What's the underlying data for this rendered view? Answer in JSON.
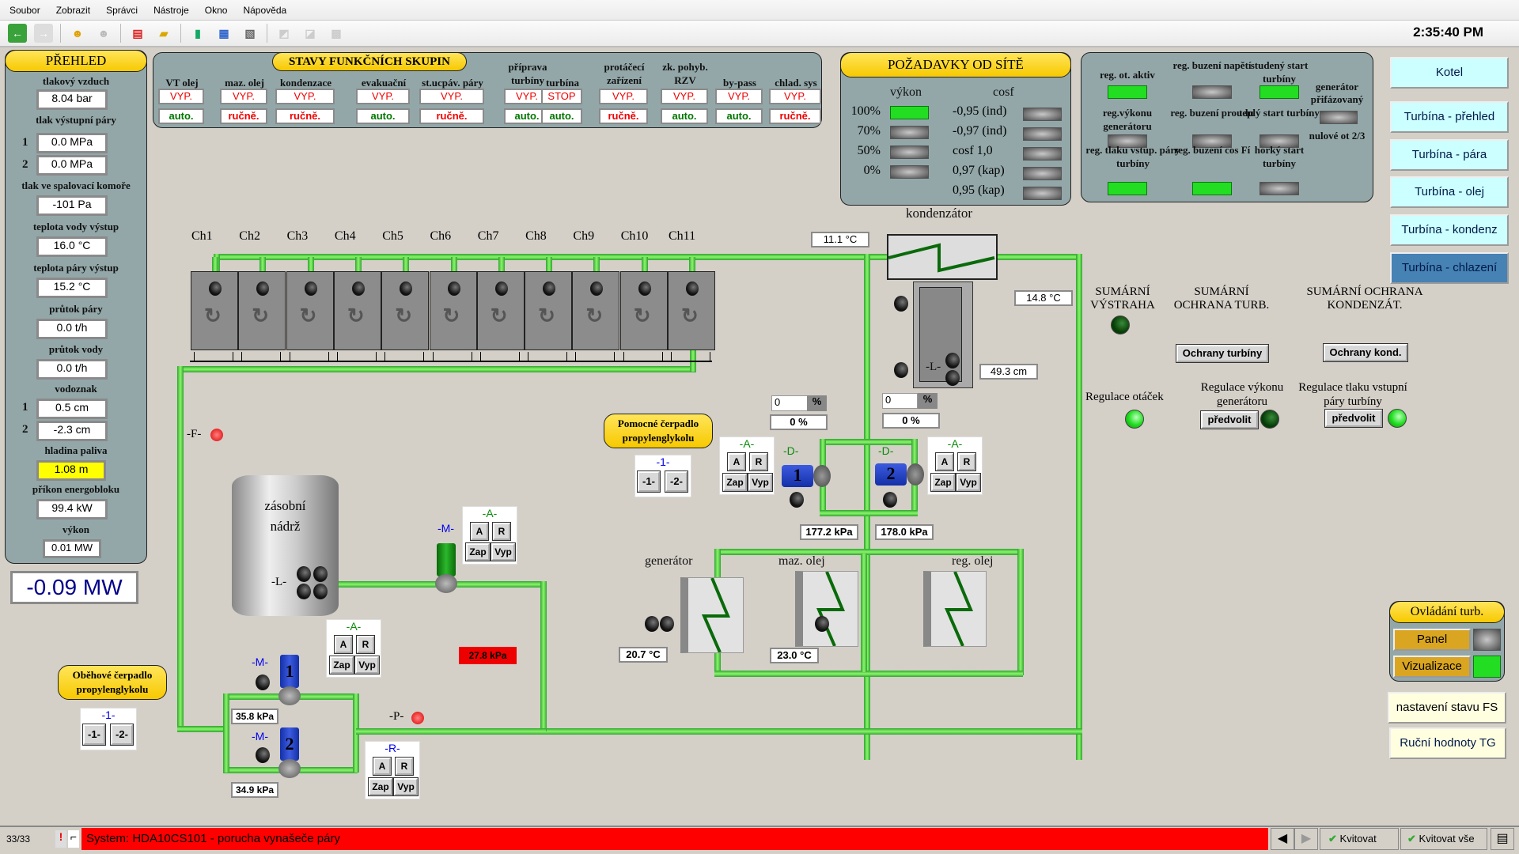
{
  "menu": [
    "Soubor",
    "Zobrazit",
    "Správci",
    "Nástroje",
    "Okno",
    "Nápověda"
  ],
  "toolbar": {
    "icons": [
      "back-arrow",
      "forward-arrow",
      "add-user",
      "remove-user",
      "alarm-document",
      "alarm-folder",
      "bar-chart",
      "table-database",
      "print-preview",
      "edit-disabled",
      "window-disabled",
      "keyboard-disabled"
    ]
  },
  "clock": "2:35:40 PM",
  "overview": {
    "title": "PŘEHLED",
    "air_label": "tlakový vzduch",
    "air_value": "8.04 bar",
    "steam_pressure_label": "tlak výstupní páry",
    "steam_pressure": [
      {
        "idx": "1",
        "value": "0.0 MPa"
      },
      {
        "idx": "2",
        "value": "0.0 MPa"
      }
    ],
    "chamber_label": "tlak ve spalovací komoře",
    "chamber_value": "-101 Pa",
    "water_temp_label": "teplota vody výstup",
    "water_temp_value": "16.0 °C",
    "steam_temp_label": "teplota páry výstup",
    "steam_temp_value": "15.2 °C",
    "steam_flow_label": "průtok páry",
    "steam_flow_value": "0.0 t/h",
    "water_flow_label": "průtok vody",
    "water_flow_value": "0.0 t/h",
    "gauge_label": "vodoznak",
    "gauge": [
      {
        "idx": "1",
        "value": "0.5 cm"
      },
      {
        "idx": "2",
        "value": "-2.3 cm"
      }
    ],
    "fuel_label": "hladina paliva",
    "fuel_value": "1.08 m",
    "input_label": "příkon energobloku",
    "input_value": "99.4 kW",
    "power_label": "výkon",
    "power_value": "0.01 MW",
    "big_power": "-0.09 MW"
  },
  "func_groups": {
    "title": "STAVY FUNKČNÍCH SKUPIN",
    "groups": [
      {
        "name": "VT olej",
        "state": "VYP.",
        "mode": "auto."
      },
      {
        "name": "maz. olej",
        "state": "VYP.",
        "mode": "ručně."
      },
      {
        "name": "kondenzace",
        "state": "VYP.",
        "mode": "ručně."
      },
      {
        "name": "evakuační",
        "state": "VYP.",
        "mode": "auto."
      },
      {
        "name": "st.ucpáv. páry",
        "state": "VYP.",
        "mode": "ručně."
      },
      {
        "name": "příprava turbíny",
        "state": "VYP.",
        "mode": "auto."
      },
      {
        "name": "turbína",
        "state": "STOP",
        "mode": "auto."
      },
      {
        "name": "protáčecí zařízení",
        "state": "VYP.",
        "mode": "ručně."
      },
      {
        "name": "zk. pohyb. RZV",
        "state": "VYP.",
        "mode": "auto."
      },
      {
        "name": "by-pass",
        "state": "VYP.",
        "mode": "auto."
      },
      {
        "name": "chlad. sys",
        "state": "VYP.",
        "mode": "ručně."
      }
    ]
  },
  "grid_req": {
    "title": "POŽADAVKY OD SÍTĚ",
    "power_header": "výkon",
    "cosf_header": "cosf",
    "power": [
      {
        "label": "100%",
        "on": true
      },
      {
        "label": "70%",
        "on": false
      },
      {
        "label": "50%",
        "on": false
      },
      {
        "label": "0%",
        "on": false
      }
    ],
    "cosf": [
      {
        "label": "-0,95 (ind)",
        "on": false
      },
      {
        "label": "-0,97 (ind)",
        "on": false
      },
      {
        "label": "cosf 1,0",
        "on": false
      },
      {
        "label": "0,97 (kap)",
        "on": false
      },
      {
        "label": "0,95 (kap)",
        "on": false
      }
    ]
  },
  "regulation": {
    "items": [
      {
        "label": "reg. ot. aktiv",
        "on": true
      },
      {
        "label": "reg. buzení napětí",
        "on": false
      },
      {
        "label": "studený start turbíny",
        "on": true
      },
      {
        "label": "reg.výkonu generátoru",
        "on": false
      },
      {
        "label": "reg. buzení proudu",
        "on": false
      },
      {
        "label": "teplý start turbíny",
        "on": false
      },
      {
        "label": "reg. tlaku vstup. páry turbíny",
        "on": true
      },
      {
        "label": "reg. buzení cos Fí",
        "on": true
      },
      {
        "label": "horký start turbíny",
        "on": false
      }
    ],
    "generator_label": "generátor přifázovaný",
    "generator_on": false,
    "zero_label": "nulové ot 2/3"
  },
  "nav": [
    "Kotel",
    "Turbína - přehled",
    "Turbína - pára",
    "Turbína - olej",
    "Turbína - kondenz",
    "Turbína - chlazení"
  ],
  "nav_active": 5,
  "chillers": [
    "Ch1",
    "Ch2",
    "Ch3",
    "Ch4",
    "Ch5",
    "Ch6",
    "Ch7",
    "Ch8",
    "Ch9",
    "Ch10",
    "Ch11"
  ],
  "condenser": {
    "label": "kondenzátor",
    "inlet_temp": "11.1 °C",
    "outlet_temp": "14.8 °C",
    "level": "49.3 cm",
    "level_tag": "-L-"
  },
  "aux_pump": {
    "title": "Pomocné čerpadlo propylenglykolu",
    "selector_title": "-1-",
    "selector_btns": [
      "-1-",
      "-2-"
    ],
    "pump1": {
      "num": "1",
      "setpoint": "0",
      "unit": "%",
      "actual": "0 %",
      "pressure": "177.2 kPa",
      "tag": "-D-",
      "ctl": {
        "title": "-A-",
        "a": "A",
        "r": "R",
        "zap": "Zap",
        "vyp": "Vyp"
      }
    },
    "pump2": {
      "num": "2",
      "setpoint": "0",
      "unit": "%",
      "actual": "0 %",
      "pressure": "178.0 kPa",
      "tag": "-D-",
      "ctl": {
        "title": "-A-",
        "a": "A",
        "r": "R",
        "zap": "Zap",
        "vyp": "Vyp"
      }
    }
  },
  "coolers": [
    {
      "label": "generátor",
      "temp": "20.7 °C"
    },
    {
      "label": "maz. olej",
      "temp": "23.0 °C"
    },
    {
      "label": "reg. olej",
      "temp": ""
    }
  ],
  "tank": {
    "label": "zásobní nádrž",
    "level_tag": "-L-"
  },
  "fill_pump": {
    "tag": "-M-",
    "ctl": {
      "title": "-A-",
      "a": "A",
      "r": "R",
      "zap": "Zap",
      "vyp": "Vyp"
    }
  },
  "pressure_alarm": "27.8 kPa",
  "flow_tag": "-F-",
  "pressure_tag": "-P-",
  "circ_pump": {
    "title": "Oběhové čerpadlo propylenglykolu",
    "selector_title": "-1-",
    "selector_btns": [
      "-1-",
      "-2-"
    ],
    "pump1": {
      "num": "1",
      "tag": "-M-",
      "pressure": "35.8 kPa"
    },
    "pump2": {
      "num": "2",
      "tag": "-M-",
      "pressure": "34.9 kPa"
    },
    "ctl_a": {
      "title": "-A-",
      "a": "A",
      "r": "R",
      "zap": "Zap",
      "vyp": "Vyp"
    },
    "ctl_r": {
      "title": "-R-",
      "a": "A",
      "r": "R",
      "zap": "Zap",
      "vyp": "Vyp"
    }
  },
  "summary": {
    "warning_label": "SUMÁRNÍ VÝSTRAHA",
    "turb_prot_label": "SUMÁRNÍ OCHRANA TURB.",
    "cond_prot_label": "SUMÁRNÍ OCHRANA KONDENZÁT.",
    "turb_btn": "Ochrany turbíny",
    "cond_btn": "Ochrany kond.",
    "speed_label": "Regulace otáček",
    "gen_power_label": "Regulace výkonu generátoru",
    "inlet_pressure_label": "Regulace tlaku vstupní páry turbíny",
    "preselect_btn": "předvolit"
  },
  "turb_control": {
    "title": "Ovládání turb.",
    "panel_btn": "Panel",
    "panel_on": false,
    "viz_btn": "Vizualizace",
    "viz_on": true
  },
  "fs_btn": "nastavení stavu FS",
  "tg_btn": "Ruční hodnoty TG",
  "alarm_bar": {
    "count": "33/33",
    "message": "System: HDA10CS101 - porucha vynašeče páry",
    "ack": "Kvitovat",
    "ack_all": "Kvitovat vše"
  },
  "colors": {
    "panel": "#93a7a9",
    "pipe": "#4cd34c",
    "alarm": "#ff0000",
    "active_nav": "#4682b4"
  }
}
